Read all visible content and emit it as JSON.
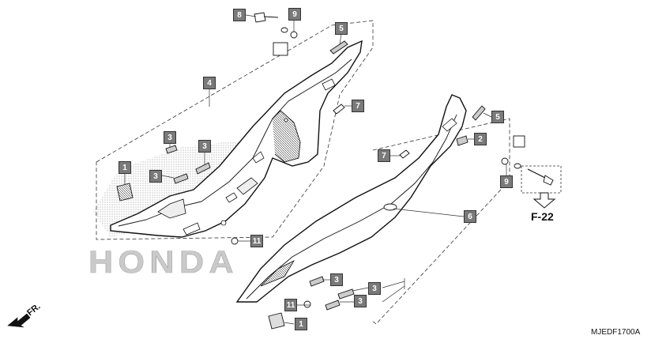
{
  "diagram": {
    "drawing_code": "MJEDF1700A",
    "reference_page": "F-22",
    "direction_label": "FR.",
    "watermark": "HONDA",
    "callouts": [
      {
        "id": "c8",
        "label": "8"
      },
      {
        "id": "c9a",
        "label": "9"
      },
      {
        "id": "c5a",
        "label": "5"
      },
      {
        "id": "c4",
        "label": "4"
      },
      {
        "id": "c7a",
        "label": "7"
      },
      {
        "id": "c3a",
        "label": "3"
      },
      {
        "id": "c3b",
        "label": "3"
      },
      {
        "id": "c1a",
        "label": "1"
      },
      {
        "id": "c3c",
        "label": "3"
      },
      {
        "id": "c11a",
        "label": "11"
      },
      {
        "id": "c5b",
        "label": "5"
      },
      {
        "id": "c2",
        "label": "2"
      },
      {
        "id": "c7b",
        "label": "7"
      },
      {
        "id": "c9b",
        "label": "9"
      },
      {
        "id": "c6",
        "label": "6"
      },
      {
        "id": "c3d",
        "label": "3"
      },
      {
        "id": "c3e",
        "label": "3"
      },
      {
        "id": "c3f",
        "label": "3"
      },
      {
        "id": "c11b",
        "label": "11"
      },
      {
        "id": "c1b",
        "label": "1"
      }
    ]
  }
}
